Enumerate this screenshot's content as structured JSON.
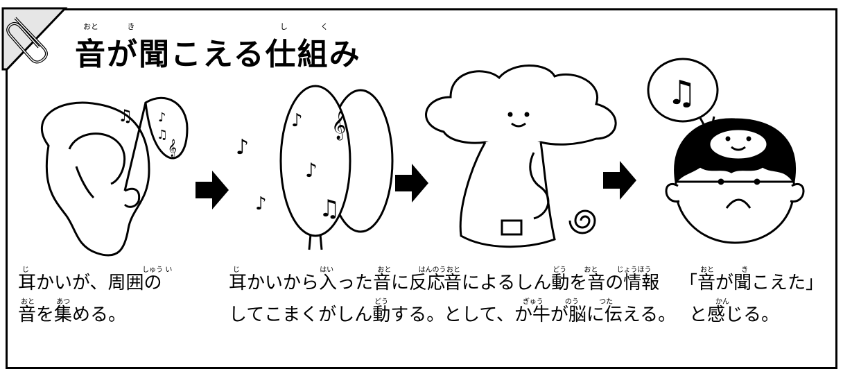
{
  "title": {
    "text": "音が聞こえる仕組み",
    "ruby": [
      {
        "text": "おと"
      },
      {
        "text": "き"
      },
      {
        "text": "し"
      },
      {
        "text": "く"
      }
    ]
  },
  "steps": [
    {
      "line1": "耳かいが、周囲の",
      "line2": "音を集める。",
      "ruby1": [
        {
          "text": "じ"
        },
        {
          "text": "しゅう い"
        }
      ],
      "ruby2": [
        {
          "text": "おと"
        },
        {
          "text": "あつ"
        }
      ],
      "illustration": "ear-with-conductor"
    },
    {
      "line1": "耳かいから入った音に反応",
      "line2": "してこまくがしん動する。",
      "ruby1": [
        {
          "text": "じ"
        },
        {
          "text": "はい"
        },
        {
          "text": "おと"
        },
        {
          "text": "はんのう"
        }
      ],
      "ruby2": [
        {
          "text": "どう"
        }
      ],
      "illustration": "eardrum-character"
    },
    {
      "line1": "音によるしん動を音の情報",
      "line2": "として、か牛が脳に伝える。",
      "ruby1": [
        {
          "text": "おと"
        },
        {
          "text": "どう"
        },
        {
          "text": "おと"
        },
        {
          "text": "じょうほう"
        }
      ],
      "ruby2": [
        {
          "text": "ぎゅう"
        },
        {
          "text": "のう"
        },
        {
          "text": "つた"
        }
      ],
      "illustration": "brain-and-cochlea"
    },
    {
      "line1": "「音が聞こえた」",
      "line2": "と感じる。",
      "ruby1": [
        {
          "text": "おと"
        },
        {
          "text": "き"
        }
      ],
      "ruby2": [
        {
          "text": "かん"
        }
      ],
      "illustration": "happy-child"
    }
  ],
  "icons": [
    "paperclip-icon",
    "arrow-right-icon",
    "music-note-icon",
    "treble-clef-icon"
  ]
}
